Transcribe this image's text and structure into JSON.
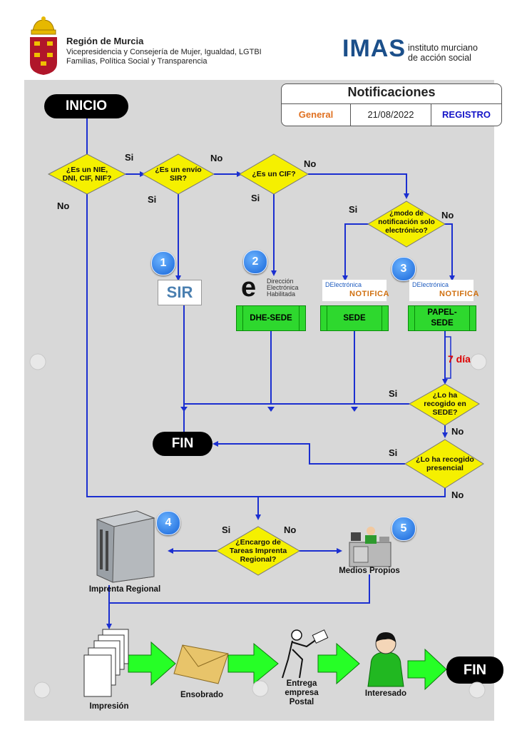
{
  "header": {
    "org_title": "Región de Murcia",
    "org_line1": "Vicepresidencia y Consejería de Mujer, Igualdad, LGTBI",
    "org_line2": "Familias, Política Social y Transparencia",
    "imas_word": "IMAS",
    "imas_line1": "instituto murciano",
    "imas_line2": "de acción social"
  },
  "notificaciones": {
    "title": "Notificaciones",
    "general": "General",
    "date": "21/08/2022",
    "registro": "REGISTRO"
  },
  "nodes": {
    "inicio": "INICIO",
    "fin": "FIN",
    "fin2": "FIN",
    "q1": [
      "¿Es un NIE,",
      "DNI, CIF, NIF?"
    ],
    "q2": [
      "¿Es un envío",
      "SIR?"
    ],
    "q3": [
      "¿Es un CIF?"
    ],
    "q4": [
      "¿modo de",
      "notificación solo",
      "electrónico?"
    ],
    "q5": [
      "¿Lo ha",
      "recogido en",
      "SEDE?"
    ],
    "q6": [
      "¿Lo ha recogido",
      "presencial"
    ],
    "q7": [
      "¿Encargo de",
      "Tareas Imprenta",
      "Regional?"
    ],
    "dhe_sede": "DHE-SEDE",
    "sede": "SEDE",
    "papel_sede": [
      "PAPEL-",
      "SEDE"
    ],
    "sir_logo": "SIR",
    "deh_logo": [
      "Dirección",
      "Electrónica",
      "Habilitada"
    ],
    "notifica": "NOTIFICA",
    "seede": "DE",
    "seede2": "lectrónica",
    "imprenta": "Imprenta Regional",
    "medios": "Medios Propios",
    "impresion": "Impresión",
    "ensobrado": "Ensobrado",
    "entrega": [
      "Entrega",
      "empresa",
      "Postal"
    ],
    "interesado": "Interesado",
    "days": "7 días"
  },
  "labels": {
    "si1": "Si",
    "no1": "No",
    "si2": "Si",
    "no2": "No",
    "si3": "Si",
    "no3": "No",
    "si4": "Si",
    "no4": "No",
    "si5": "Si",
    "no5": "No",
    "si6": "Si",
    "no6": "No",
    "si7": "Si",
    "no7": "No"
  },
  "steps": [
    "1",
    "2",
    "3",
    "4",
    "5"
  ],
  "colors": {
    "diamond": "#f5f000",
    "green": "#2ed82e",
    "arrow": "#1b2fd0",
    "accent_orange": "#e07020",
    "accent_blue": "#1414c8"
  }
}
